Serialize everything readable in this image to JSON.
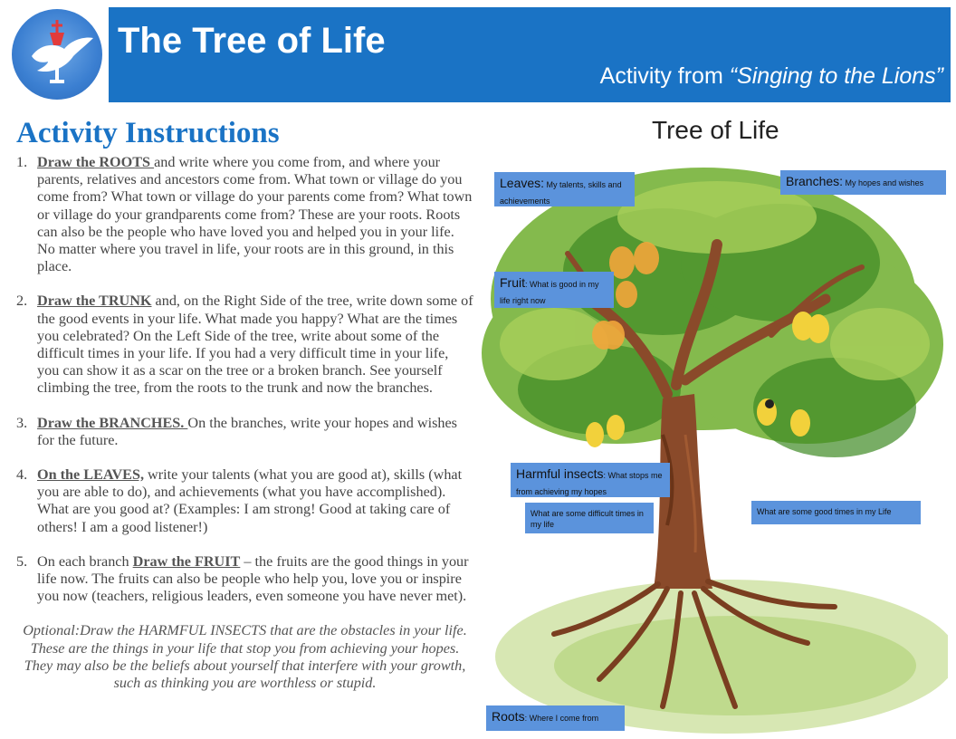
{
  "header": {
    "title": "The Tree of Life",
    "subtitle_prefix": "Activity from ",
    "subtitle_book": "“Singing to the Lions”"
  },
  "instructions": {
    "heading": "Activity Instructions",
    "items": [
      {
        "num": "1.",
        "lead": "Draw the ROOTS ",
        "text": "and write where you come from, and where your parents, relatives and ancestors come from. What town or village do you come from? What town or village do your parents come from? What town or village do your grandparents come from? These are your roots. Roots can also be the people who have loved you and helped you in your life. No matter where you travel in life, your roots are in this ground, in this place."
      },
      {
        "num": "2.",
        "lead": "Draw the TRUNK",
        "text": " and, on the Right Side of the tree, write down some of the good events in your life. What made you happy? What are the times you celebrated? On the Left Side of the tree, write about some of the difficult times in your life. If you had a very difficult time in your life, you can show it as a scar on the tree or a broken branch. See yourself climbing the tree, from the roots to the trunk and now the branches."
      },
      {
        "num": "3.",
        "lead": "Draw the BRANCHES. ",
        "text": "On the branches, write your hopes and wishes for the future."
      },
      {
        "num": "4.",
        "lead": "On the LEAVES,",
        "text": " write your talents (what you are good at), skills (what you are able to do), and achievements (what you have accomplished). What are you good at? (Examples: I am strong! Good at taking care of others! I am a good listener!)"
      },
      {
        "num": "5.",
        "pre": "On each branch ",
        "lead": "Draw the FRUIT",
        "text": " – the fruits are the good things in your life now. The fruits can also be people who help you, love you or inspire you now (teachers, religious leaders, even someone you have never met)."
      }
    ],
    "optional": "Optional:Draw the HARMFUL INSECTS that are the obstacles in your life. These are the things in your life that stop you from achieving your hopes. They may also be the beliefs about yourself that interfere with your growth, such as thinking you are worthless or stupid."
  },
  "tree": {
    "title": "Tree of Life",
    "labels": {
      "leaves_key": "Leaves:",
      "leaves_desc": " My talents, skills and achievements",
      "branches_key": "Branches:",
      "branches_desc": " My hopes and wishes",
      "fruit_key": "Fruit",
      "fruit_desc": ": What is good in my life right now",
      "insects_key": "Harmful insects",
      "insects_desc": ": What stops me from achieving my hopes",
      "difficult": "What are some difficult times in my life",
      "good": "What are some good times in my Life",
      "roots_key": "Roots",
      "roots_desc": ": Where I come from"
    }
  },
  "colors": {
    "banner": "#1a73c5",
    "heading": "#1a73c5",
    "label_bg": "#5b93dc"
  }
}
